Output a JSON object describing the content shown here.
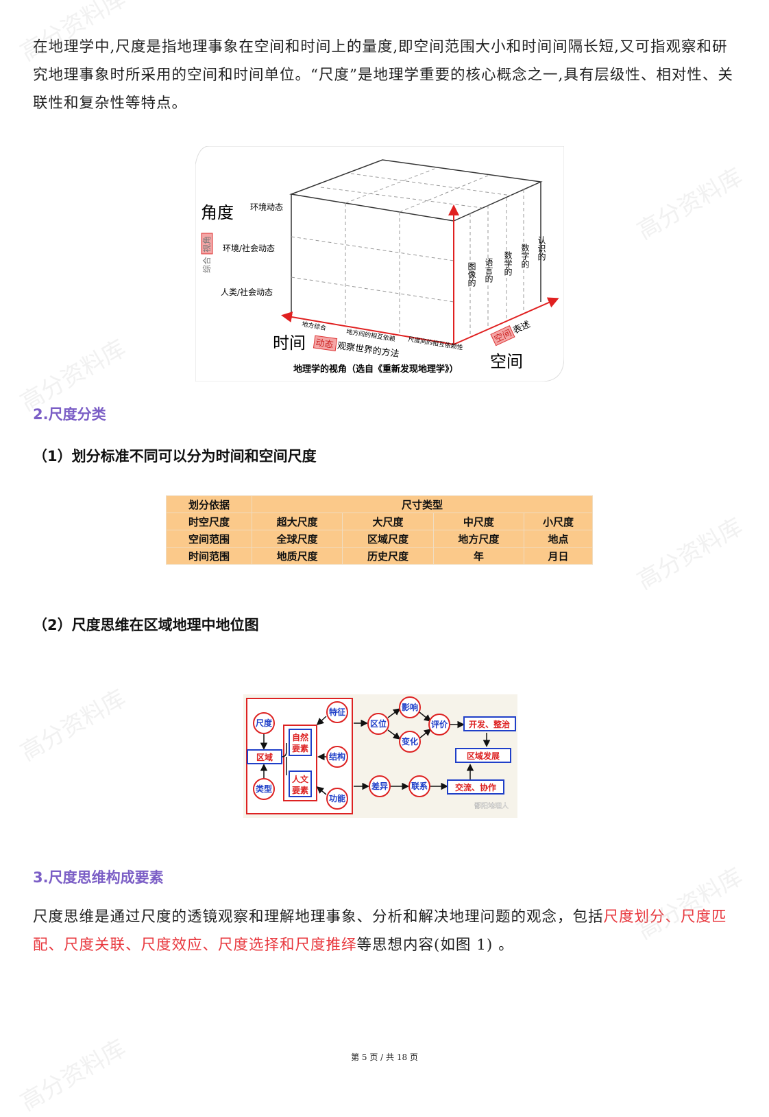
{
  "intro": "在地理学中,尺度是指地理事象在空间和时间上的量度,即空间范围大小和时间间隔长短,又可指观察和研究地理事象时所采用的空间和时间单位。“尺度”是地理学重要的核心概念之一,具有层级性、相对性、关联性和复杂性等特点。",
  "figure1": {
    "angle_label": "角度",
    "angle_rows": [
      "环境动态",
      "环境/社会动态",
      "人类/社会动态"
    ],
    "vertical_prefix": "综合",
    "vertical_highlight": "视角",
    "space_columns": [
      "图像的",
      "语言的",
      "数学的",
      "数字的",
      "认识的"
    ],
    "time_items": [
      "地方综合",
      "地方间的相互依赖",
      "尺度间的相互依赖性"
    ],
    "time_label": "时间",
    "dynamic_highlight": "动态",
    "dynamic_rest": "观察世界的方法",
    "space_highlight": "空间",
    "space_rest": "表述",
    "space_label": "空间",
    "caption": "地理学的视角（选自《重新发现地理学》）",
    "colors": {
      "axis": "#e02020",
      "highlight": "#f4a6a6"
    }
  },
  "section2": {
    "title": "2.尺度分类",
    "sub1": "（1）划分标准不同可以分为时间和空间尺度",
    "table": {
      "header": [
        "划分依据",
        "尺寸类型"
      ],
      "rows": [
        [
          "时空尺度",
          "超大尺度",
          "大尺度",
          "中尺度",
          "小尺度"
        ],
        [
          "空间范围",
          "全球尺度",
          "区域尺度",
          "地方尺度",
          "地点"
        ],
        [
          "时间范围",
          "地质尺度",
          "历史尺度",
          "年",
          "月日"
        ]
      ],
      "color": "#fbc98a"
    },
    "sub2": "（2）尺度思维在区域地理中地位图"
  },
  "figure2": {
    "circles": {
      "scale": "尺度",
      "type": "类型",
      "feature": "特征",
      "structure": "结构",
      "function": "功能",
      "location": "区位",
      "influence": "影响",
      "change": "变化",
      "evaluation": "评价",
      "difference": "差异",
      "connection": "联系"
    },
    "region": "区域",
    "natural": [
      "自然",
      "要素"
    ],
    "human": [
      "人文",
      "要素"
    ],
    "develop": "开发、整治",
    "regional_dev": "区域发展",
    "exchange": "交流、协作",
    "watermark": "鄱阳地理人"
  },
  "section3": {
    "title": "3.尺度思维构成要素",
    "text_before": "尺度思维是通过尺度的透镜观察和理解地理事象、分析和解决地理问题的观念，包括",
    "highlight": "尺度划分、尺度匹配、尺度关联、尺度效应、尺度选择和尺度推绎",
    "text_after": "等思想内容(如图 1) 。"
  },
  "footer": "第 5 页 / 共 18 页",
  "watermark": "高分资料库"
}
